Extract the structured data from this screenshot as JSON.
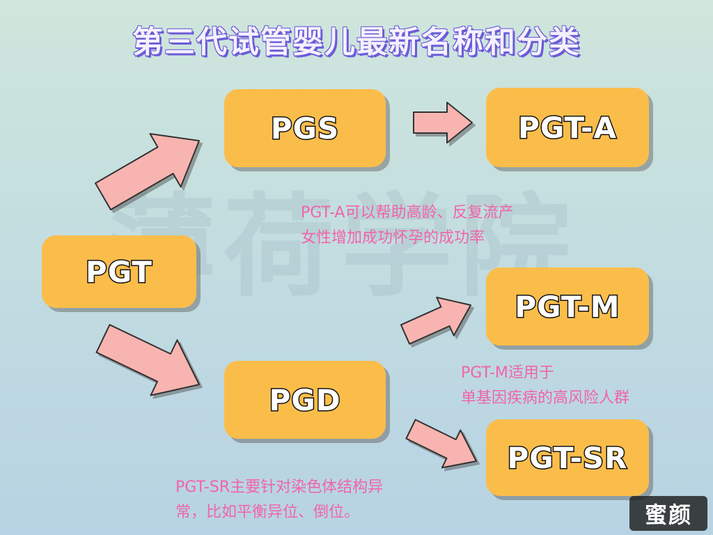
{
  "title": "第三代试管婴儿最新名称和分类",
  "watermark": "薄荷学院",
  "nodes": {
    "pgt": "PGT",
    "pgs": "PGS",
    "pgd": "PGD",
    "pgt_a": "PGT-A",
    "pgt_m": "PGT-M",
    "pgt_sr": "PGT-SR"
  },
  "notes": {
    "pgt_a_line1": "PGT-A可以帮助高龄、反复流产",
    "pgt_a_line2": "女性增加成功怀孕的成功率",
    "pgt_m_line1": "PGT-M适用于",
    "pgt_m_line2": "单基因疾病的高风险人群",
    "pgt_sr_line1": "PGT-SR主要针对染色体结构异",
    "pgt_sr_line2": "常，比如平衡异位、倒位。"
  },
  "logo": "蜜颜",
  "colors": {
    "box": "#fbbd4a",
    "arrow": "#f8b4b0",
    "note": "#f064aa",
    "title_outline": "#6b5cd6"
  }
}
